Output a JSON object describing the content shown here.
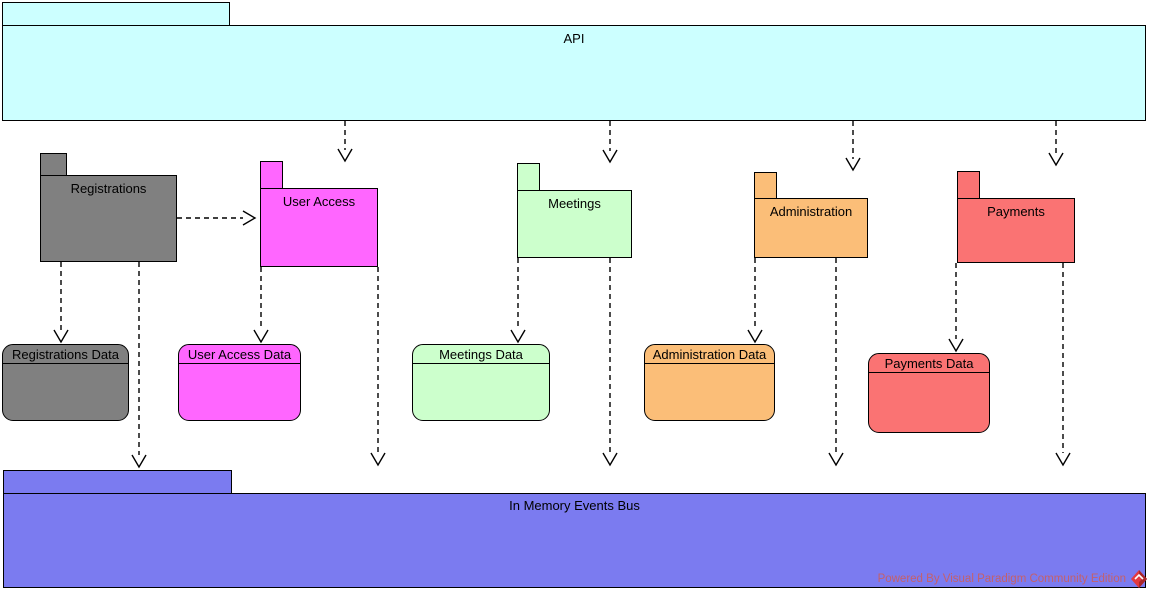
{
  "api": {
    "label": "API",
    "color": "#CCFFFF"
  },
  "packages": [
    {
      "label": "Registrations",
      "color": "#808080"
    },
    {
      "label": "User Access",
      "color": "#FF66FF"
    },
    {
      "label": "Meetings",
      "color": "#CCFFCC"
    },
    {
      "label": "Administration",
      "color": "#FBBE78"
    },
    {
      "label": "Payments",
      "color": "#FA7373"
    }
  ],
  "datastores": [
    {
      "label": "Registrations Data",
      "color": "#808080"
    },
    {
      "label": "User Access Data",
      "color": "#FF66FF"
    },
    {
      "label": "Meetings Data",
      "color": "#CCFFCC"
    },
    {
      "label": "Administration Data",
      "color": "#FBBE78"
    },
    {
      "label": "Payments Data",
      "color": "#FA7373"
    }
  ],
  "bus": {
    "label": "In Memory Events Bus",
    "color": "#7B7BF0"
  },
  "watermark": {
    "text": "Powered By  Visual Paradigm Community Edition"
  },
  "dependencies": [
    {
      "from": "API",
      "to": "User Access"
    },
    {
      "from": "API",
      "to": "Meetings"
    },
    {
      "from": "API",
      "to": "Administration"
    },
    {
      "from": "API",
      "to": "Payments"
    },
    {
      "from": "Registrations",
      "to": "User Access"
    },
    {
      "from": "Registrations",
      "to": "Registrations Data"
    },
    {
      "from": "Registrations",
      "to": "In Memory Events Bus"
    },
    {
      "from": "User Access",
      "to": "User Access Data"
    },
    {
      "from": "User Access",
      "to": "In Memory Events Bus"
    },
    {
      "from": "Meetings",
      "to": "Meetings Data"
    },
    {
      "from": "Meetings",
      "to": "In Memory Events Bus"
    },
    {
      "from": "Administration",
      "to": "Administration Data"
    },
    {
      "from": "Administration",
      "to": "In Memory Events Bus"
    },
    {
      "from": "Payments",
      "to": "Payments Data"
    },
    {
      "from": "Payments",
      "to": "In Memory Events Bus"
    }
  ]
}
